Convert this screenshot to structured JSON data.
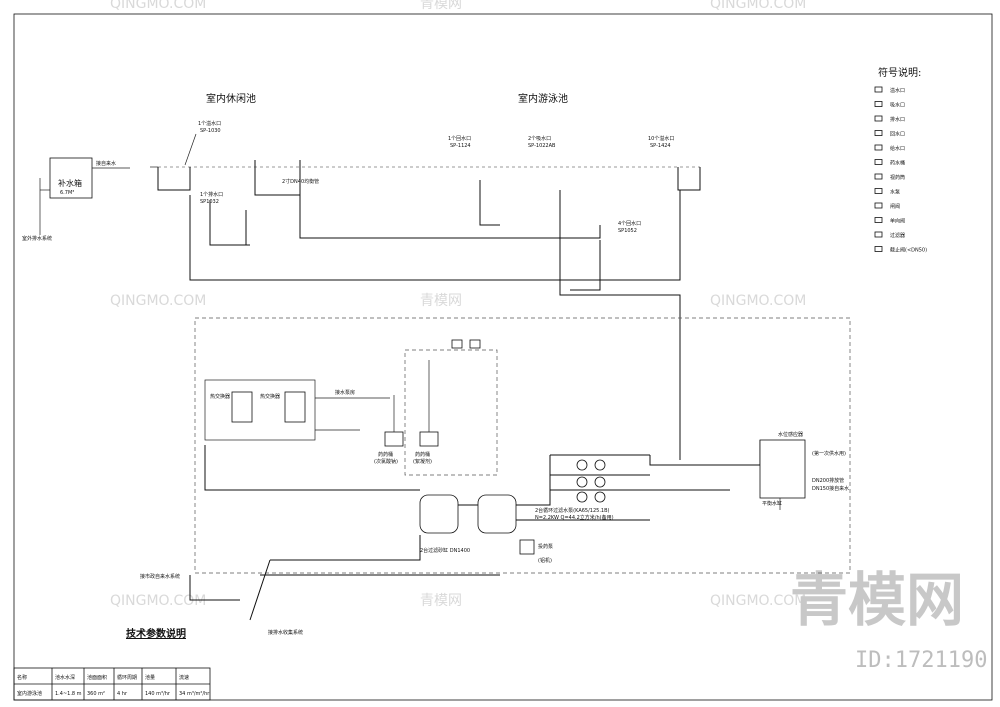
{
  "titles": {
    "leisure_pool": "室内休闲池",
    "swim_pool": "室内游泳池",
    "symbol_legend": "符号说明:",
    "tech_params": "技术参数说明"
  },
  "legend": [
    {
      "icon": "overflow-outlet-icon",
      "label": "溢水口"
    },
    {
      "icon": "suction-port-icon",
      "label": "吸水口"
    },
    {
      "icon": "drain-port-icon",
      "label": "排水口"
    },
    {
      "icon": "return-port-icon",
      "label": "回水口"
    },
    {
      "icon": "supply-port-icon",
      "label": "给水口"
    },
    {
      "icon": "chemical-tank-icon",
      "label": "药水桶"
    },
    {
      "icon": "sight-glass-icon",
      "label": "视药筒"
    },
    {
      "icon": "pump-icon",
      "label": "水泵"
    },
    {
      "icon": "gate-valve-icon",
      "label": "闸阀"
    },
    {
      "icon": "check-valve-icon",
      "label": "单向阀"
    },
    {
      "icon": "filter-icon",
      "label": "过滤器"
    },
    {
      "icon": "stop-valve-icon",
      "label": "截止阀(<DN50)"
    }
  ],
  "callouts": {
    "c1a": "1个溢水口",
    "c1b": "SP-1030",
    "c2a": "1个回水口",
    "c2b": "SP-1124",
    "c3a": "2个吸水口",
    "c3b": "SP-1022AB",
    "c4a": "10个溢水口",
    "c4b": "SP-1424",
    "c5a": "1个排水口",
    "c5b": "SP1032",
    "c6a": "4个回水口",
    "c6b": "SP1052",
    "balance_tank": "补水箱",
    "balance_tank_vol": "6.7M³",
    "make_up": "接自来水",
    "to_drain": "室外排水系统",
    "dn_label": "2寸DN40均衡管",
    "chem_tank1": "药药桶",
    "chem_tank1b": "(次氯酸钠)",
    "chem_tank2": "药药桶",
    "chem_tank2b": "(絮凝剂)",
    "heat_exch": "热交换器",
    "to_storage": "接水泵房",
    "to_municipal": "接市政自来水系统",
    "to_sewage": "接排水收集系统",
    "filter_label": "2台过滤砂缸 DN1400",
    "pump_label1": "2台循环过滤水泵(KA65/125.1B)",
    "pump_label2": "N=2.2KW Q=44.2立方米/h(备用)",
    "aux_tank": "平衡水缸",
    "dosing_pump": "投药泵",
    "dosing_pump2": "(铝机)",
    "overflow_pipe": "水位感应器",
    "dn_drain": "DN200排放管",
    "dn_make": "DN150接自来水",
    "first_stage": "(第一次供水用)"
  },
  "table": {
    "headers": [
      "名称",
      "池水水深",
      "池面面积",
      "循环周期",
      "池量",
      "流速"
    ],
    "row": [
      "室内游泳池",
      "1.4~1.8 m",
      "360 m²",
      "4 hr",
      "140 m³/hr",
      "34 m³/m²/hr"
    ]
  },
  "watermarks": {
    "brand_latin": "QINGMO.COM",
    "brand_cn": "青模网",
    "big_cn": "青模网",
    "id": "ID:1721190"
  }
}
